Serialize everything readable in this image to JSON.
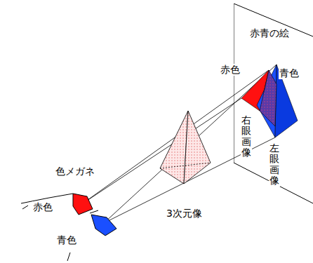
{
  "diagram": {
    "nodes": [
      {
        "text": [
          "赤青の絵"
        ]
      }
    ],
    "labels": [
      "赤色",
      "青色",
      "右眼画像",
      "左眼画像",
      "3次元像",
      "色メガネ",
      "赤色",
      "青色"
    ]
  }
}
